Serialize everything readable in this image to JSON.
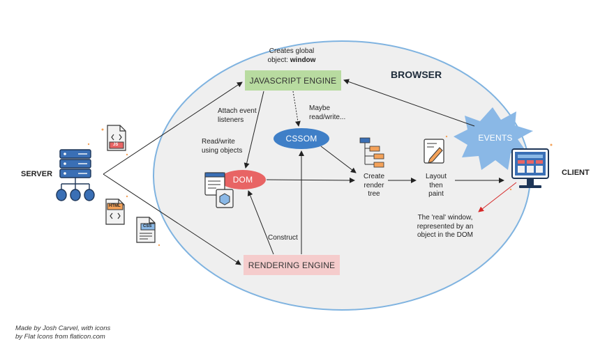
{
  "labels": {
    "browser": "BROWSER",
    "server": "SERVER",
    "client": "CLIENT",
    "js_engine": "JAVASCRIPT ENGINE",
    "rendering_engine": "RENDERING ENGINE",
    "dom": "DOM",
    "cssom": "CSSOM",
    "events": "EVENTS",
    "creates_global_line1": "Creates global",
    "creates_global_line2": "object:",
    "creates_global_bold": "window",
    "attach_event_line1": "Attach event",
    "attach_event_line2": "listeners",
    "read_write_line1": "Read/write",
    "read_write_line2": "using objects",
    "maybe_line1": "Maybe",
    "maybe_line2": "read/write...",
    "create_render_line1": "Create",
    "create_render_line2": "render",
    "create_render_line3": "tree",
    "layout_line1": "Layout",
    "layout_line2": "then",
    "layout_line3": "paint",
    "construct": "Construct",
    "real_window_line1": "The 'real' window,",
    "real_window_line2": "represented by an",
    "real_window_line3": "object in the DOM",
    "file_js": "JS",
    "file_html": "HTML",
    "file_css": "CSS"
  },
  "credit": {
    "line1": "Made by Josh Carvel, with icons",
    "line2": "by Flat Icons from flaticon.com"
  },
  "colors": {
    "browser_border": "#7fb3e0",
    "browser_fill": "#efefef",
    "js_engine": "#b8dba0",
    "rendering_engine": "#f5cccc",
    "dom": "#e86464",
    "cssom": "#3f7fc7",
    "events": "#8ab8e6",
    "accent_red": "#d62828"
  },
  "icons": [
    "server-icon",
    "js-file-icon",
    "html-file-icon",
    "css-file-icon",
    "dom-document-icon",
    "render-tree-icon",
    "layout-paint-icon",
    "client-monitor-icon"
  ]
}
